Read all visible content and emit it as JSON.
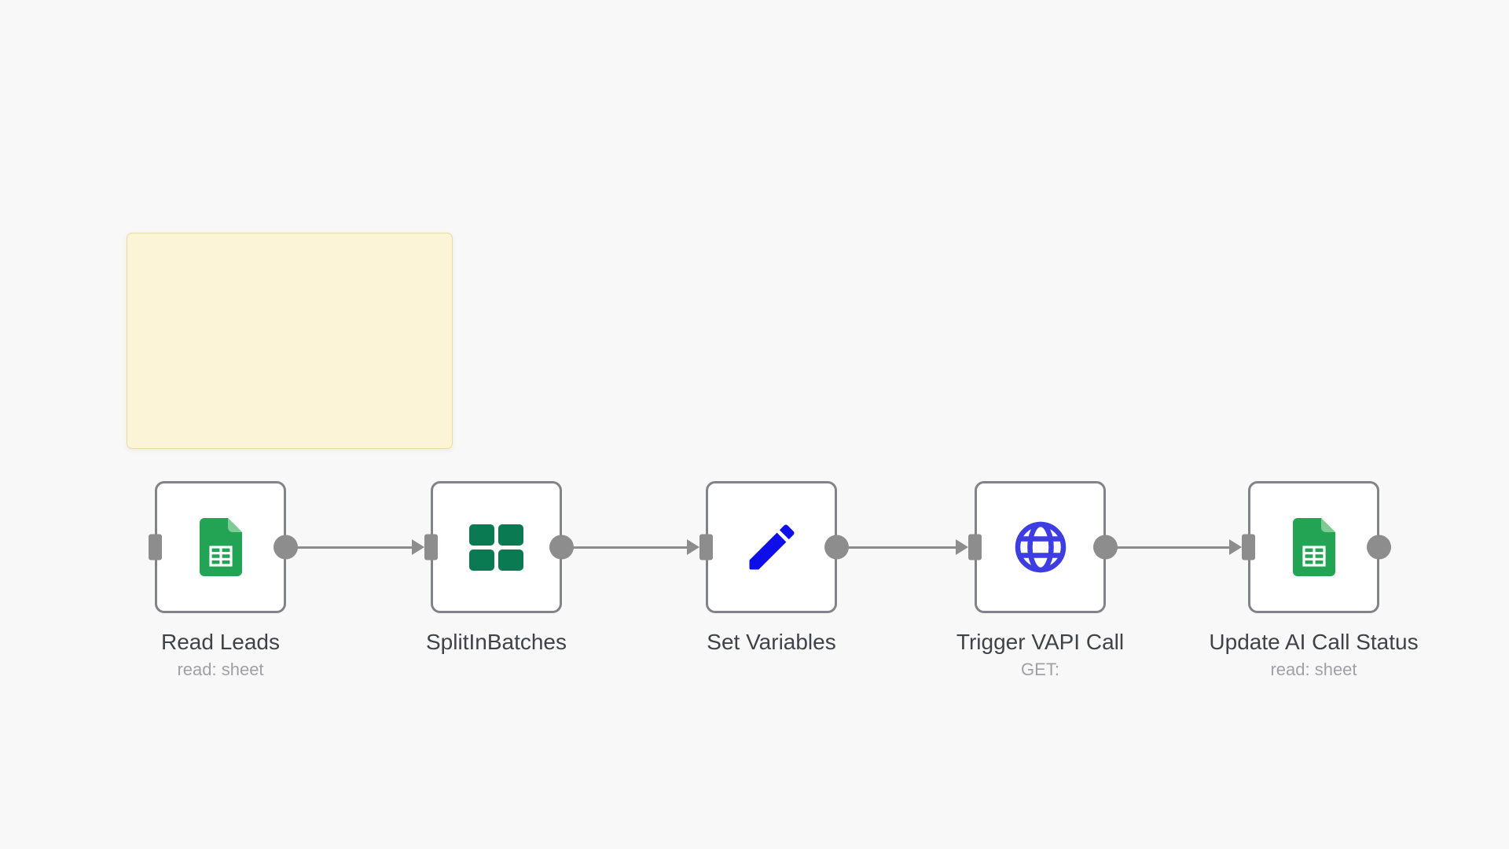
{
  "canvas": {
    "background_color": "#f8f8f8"
  },
  "sticky_note": {
    "content": "",
    "fill_color": "#fcf4d7",
    "border_color": "#e8dba6"
  },
  "nodes": [
    {
      "label": "Read Leads",
      "subtitle": "read: sheet",
      "icon": "google-sheets-icon"
    },
    {
      "label": "SplitInBatches",
      "subtitle": "",
      "icon": "split-in-batches-icon"
    },
    {
      "label": "Set Variables",
      "subtitle": "",
      "icon": "pencil-icon"
    },
    {
      "label": "Trigger VAPI Call",
      "subtitle": "GET:",
      "icon": "globe-icon"
    },
    {
      "label": "Update AI Call Status",
      "subtitle": "read: sheet",
      "icon": "google-sheets-icon"
    }
  ],
  "connections": [
    {
      "from": "Read Leads",
      "to": "SplitInBatches"
    },
    {
      "from": "SplitInBatches",
      "to": "Set Variables"
    },
    {
      "from": "Set Variables",
      "to": "Trigger VAPI Call"
    },
    {
      "from": "Trigger VAPI Call",
      "to": "Update AI Call Status"
    }
  ],
  "colors": {
    "node_border": "#82828a",
    "connector_gray": "#8d8d8d",
    "title_text": "#3e434a",
    "subtitle_text": "#9fa1a6",
    "sheets_green": "#23a455",
    "sheets_fold_green": "#7fcb96",
    "sheets_grid_white": "#ffffff",
    "split_batches_green": "#0a7a52",
    "pencil_blue": "#0e0ee8",
    "globe_indigo": "#3d3de2"
  }
}
